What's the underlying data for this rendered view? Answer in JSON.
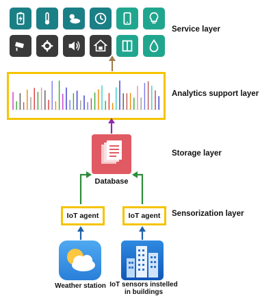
{
  "layers": {
    "service": "Service layer",
    "analytics": "Analytics support layer",
    "storage": "Storage layer",
    "sensorization": "Sensorization layer"
  },
  "service_icons": [
    {
      "name": "battery-icon",
      "bg": "#1b7f86"
    },
    {
      "name": "thermometer-icon",
      "bg": "#1b7f86"
    },
    {
      "name": "weather-icon",
      "bg": "#1b7f86"
    },
    {
      "name": "clock-icon",
      "bg": "#1b7f86"
    },
    {
      "name": "smartphone-icon",
      "bg": "#20a68e"
    },
    {
      "name": "lightbulb-icon",
      "bg": "#20a68e"
    },
    {
      "name": "security-camera-icon",
      "bg": "#3a3a3a"
    },
    {
      "name": "gear-icon",
      "bg": "#3a3a3a"
    },
    {
      "name": "speaker-icon",
      "bg": "#3a3a3a"
    },
    {
      "name": "smart-home-icon",
      "bg": "#3a3a3a"
    },
    {
      "name": "window-icon",
      "bg": "#20a68e"
    },
    {
      "name": "water-drop-icon",
      "bg": "#20a68e"
    }
  ],
  "storage": {
    "label": "Database"
  },
  "agents": {
    "left": "IoT agent",
    "right": "IoT agent"
  },
  "sources": {
    "weather_caption": "Weather station",
    "iot_caption_line1": "IoT sensors instelled",
    "iot_caption_line2": "in buildings"
  },
  "colors": {
    "highlight": "#f5c400",
    "arrow_brown": "#a0784a",
    "arrow_purple": "#8e2aa8",
    "arrow_green": "#2e8b3a",
    "arrow_blue": "#1f5fa8",
    "database": "#e05a63"
  }
}
